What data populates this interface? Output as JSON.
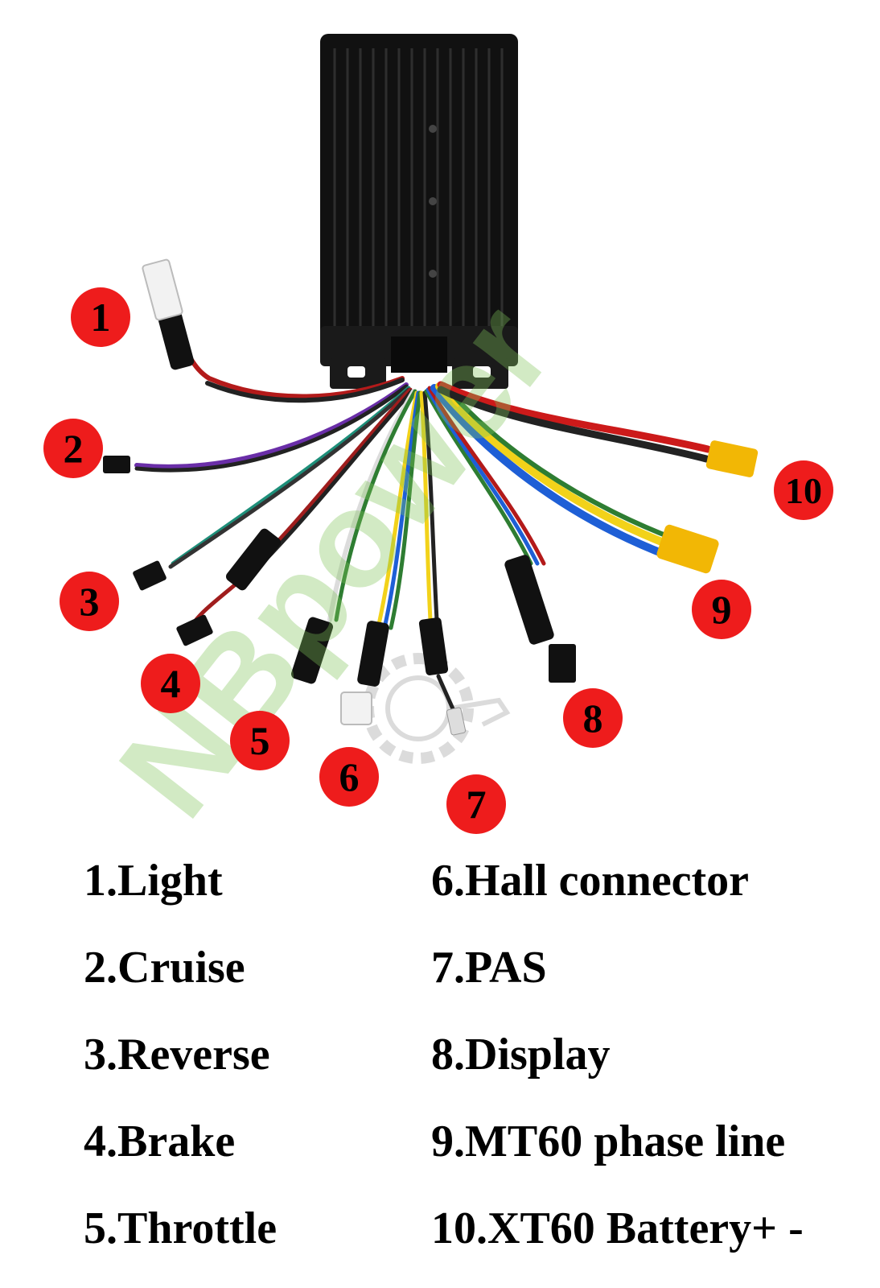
{
  "watermark": {
    "text": "NBpower",
    "brand_color": "#7fc45a"
  },
  "callouts": [
    {
      "number": "1"
    },
    {
      "number": "2"
    },
    {
      "number": "3"
    },
    {
      "number": "4"
    },
    {
      "number": "5"
    },
    {
      "number": "6"
    },
    {
      "number": "7"
    },
    {
      "number": "8"
    },
    {
      "number": "9"
    },
    {
      "number": "10"
    }
  ],
  "legend": {
    "left": [
      {
        "label": "1.Light"
      },
      {
        "label": "2.Cruise"
      },
      {
        "label": "3.Reverse"
      },
      {
        "label": "4.Brake"
      },
      {
        "label": "5.Throttle"
      }
    ],
    "right": [
      {
        "label": "6.Hall connector"
      },
      {
        "label": "7.PAS"
      },
      {
        "label": "8.Display"
      },
      {
        "label": "9.MT60 phase line"
      },
      {
        "label": "10.XT60 Battery+ -"
      }
    ]
  },
  "colors": {
    "callout": "#ee1c1c",
    "controller": "#161616"
  }
}
